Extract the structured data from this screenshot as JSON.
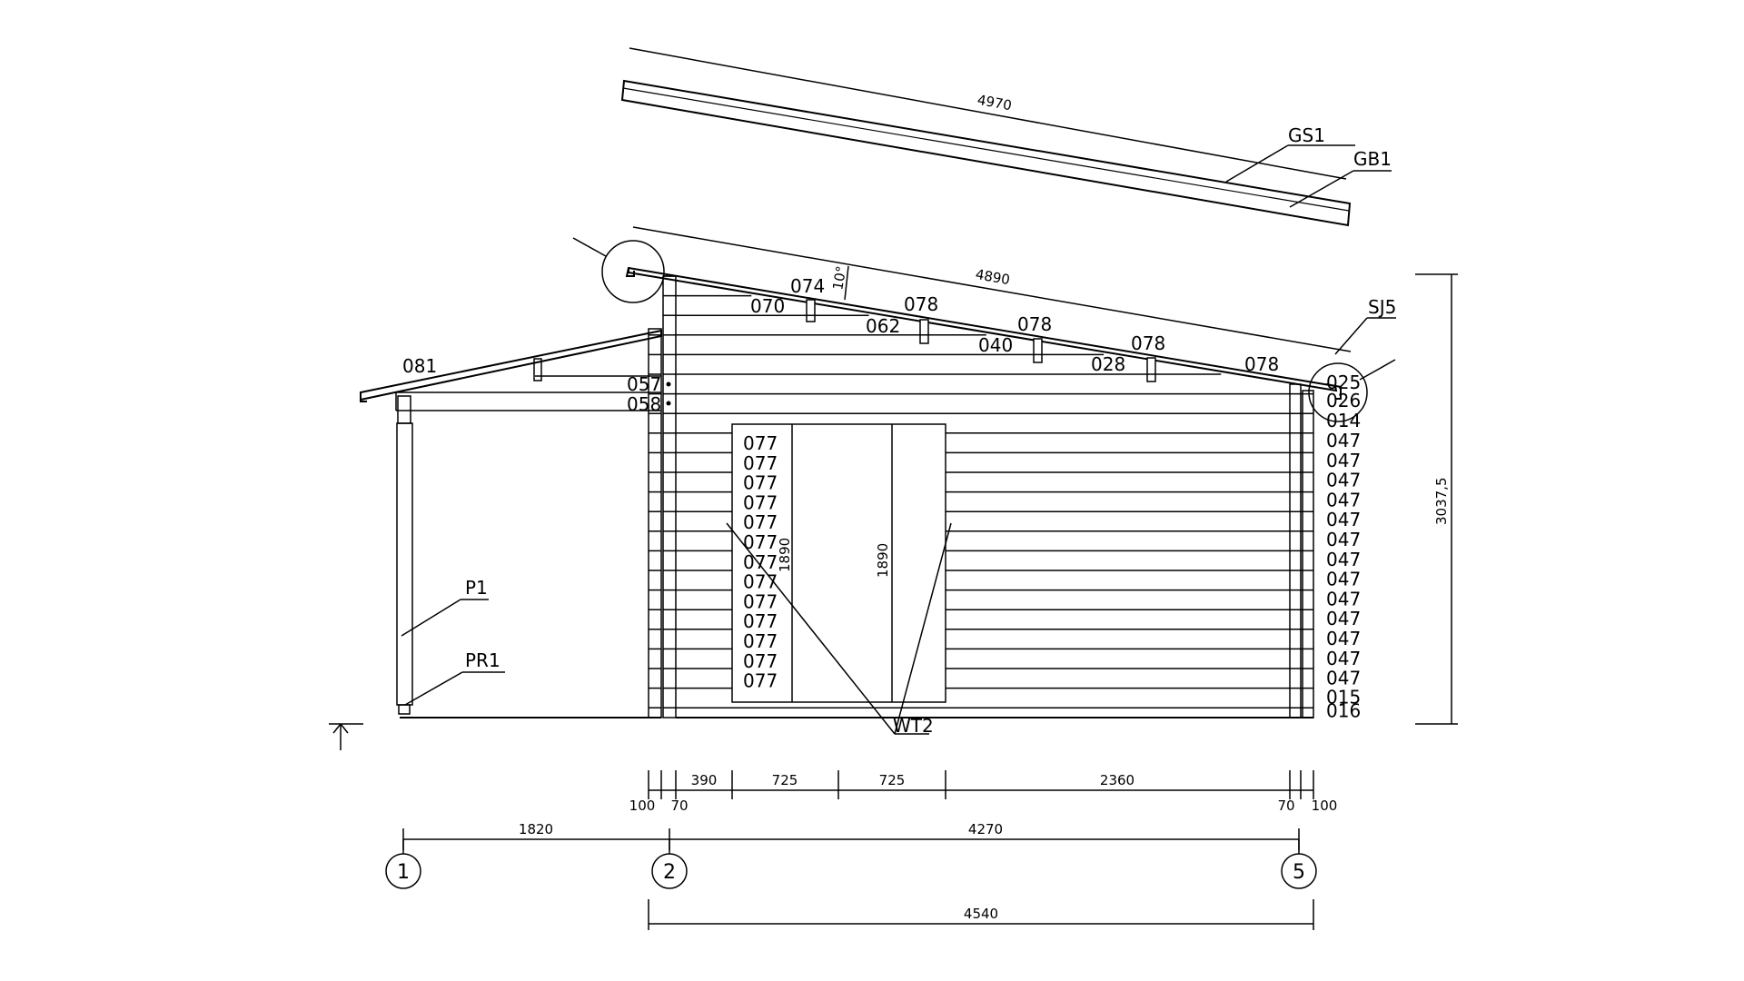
{
  "roof_panel": {
    "length": "4970",
    "gs": "GS1",
    "gb": "GB1"
  },
  "roof": {
    "length": "4890",
    "slope": "10°",
    "labels": [
      "070",
      "074",
      "078",
      "062",
      "078",
      "040",
      "078",
      "028",
      "078"
    ]
  },
  "canopy": {
    "label": "081",
    "p057": "057",
    "p058": "058",
    "post": "P1",
    "base": "PR1"
  },
  "right_wall": {
    "sj": "SJ5",
    "top": [
      "025",
      "026",
      "014"
    ],
    "logs": [
      "047",
      "047",
      "047",
      "047",
      "047",
      "047",
      "047",
      "047",
      "047",
      "047",
      "047",
      "047",
      "047"
    ],
    "bottom": [
      "015",
      "016"
    ]
  },
  "door": {
    "logs": [
      "077",
      "077",
      "077",
      "077",
      "077",
      "077",
      "077",
      "077",
      "077",
      "077",
      "077",
      "077",
      "077"
    ],
    "height_left": "1890",
    "height_right": "1890",
    "label": "WT2"
  },
  "height_total": "3037,5",
  "dims_row1": [
    "390",
    "725",
    "725",
    "2360"
  ],
  "dims_row2": {
    "l100": "100",
    "l70": "70",
    "r70": "70",
    "r100": "100"
  },
  "dims_row3": {
    "left": "1820",
    "right": "4270"
  },
  "dim_total": "4540",
  "axes": [
    "1",
    "2",
    "5"
  ]
}
